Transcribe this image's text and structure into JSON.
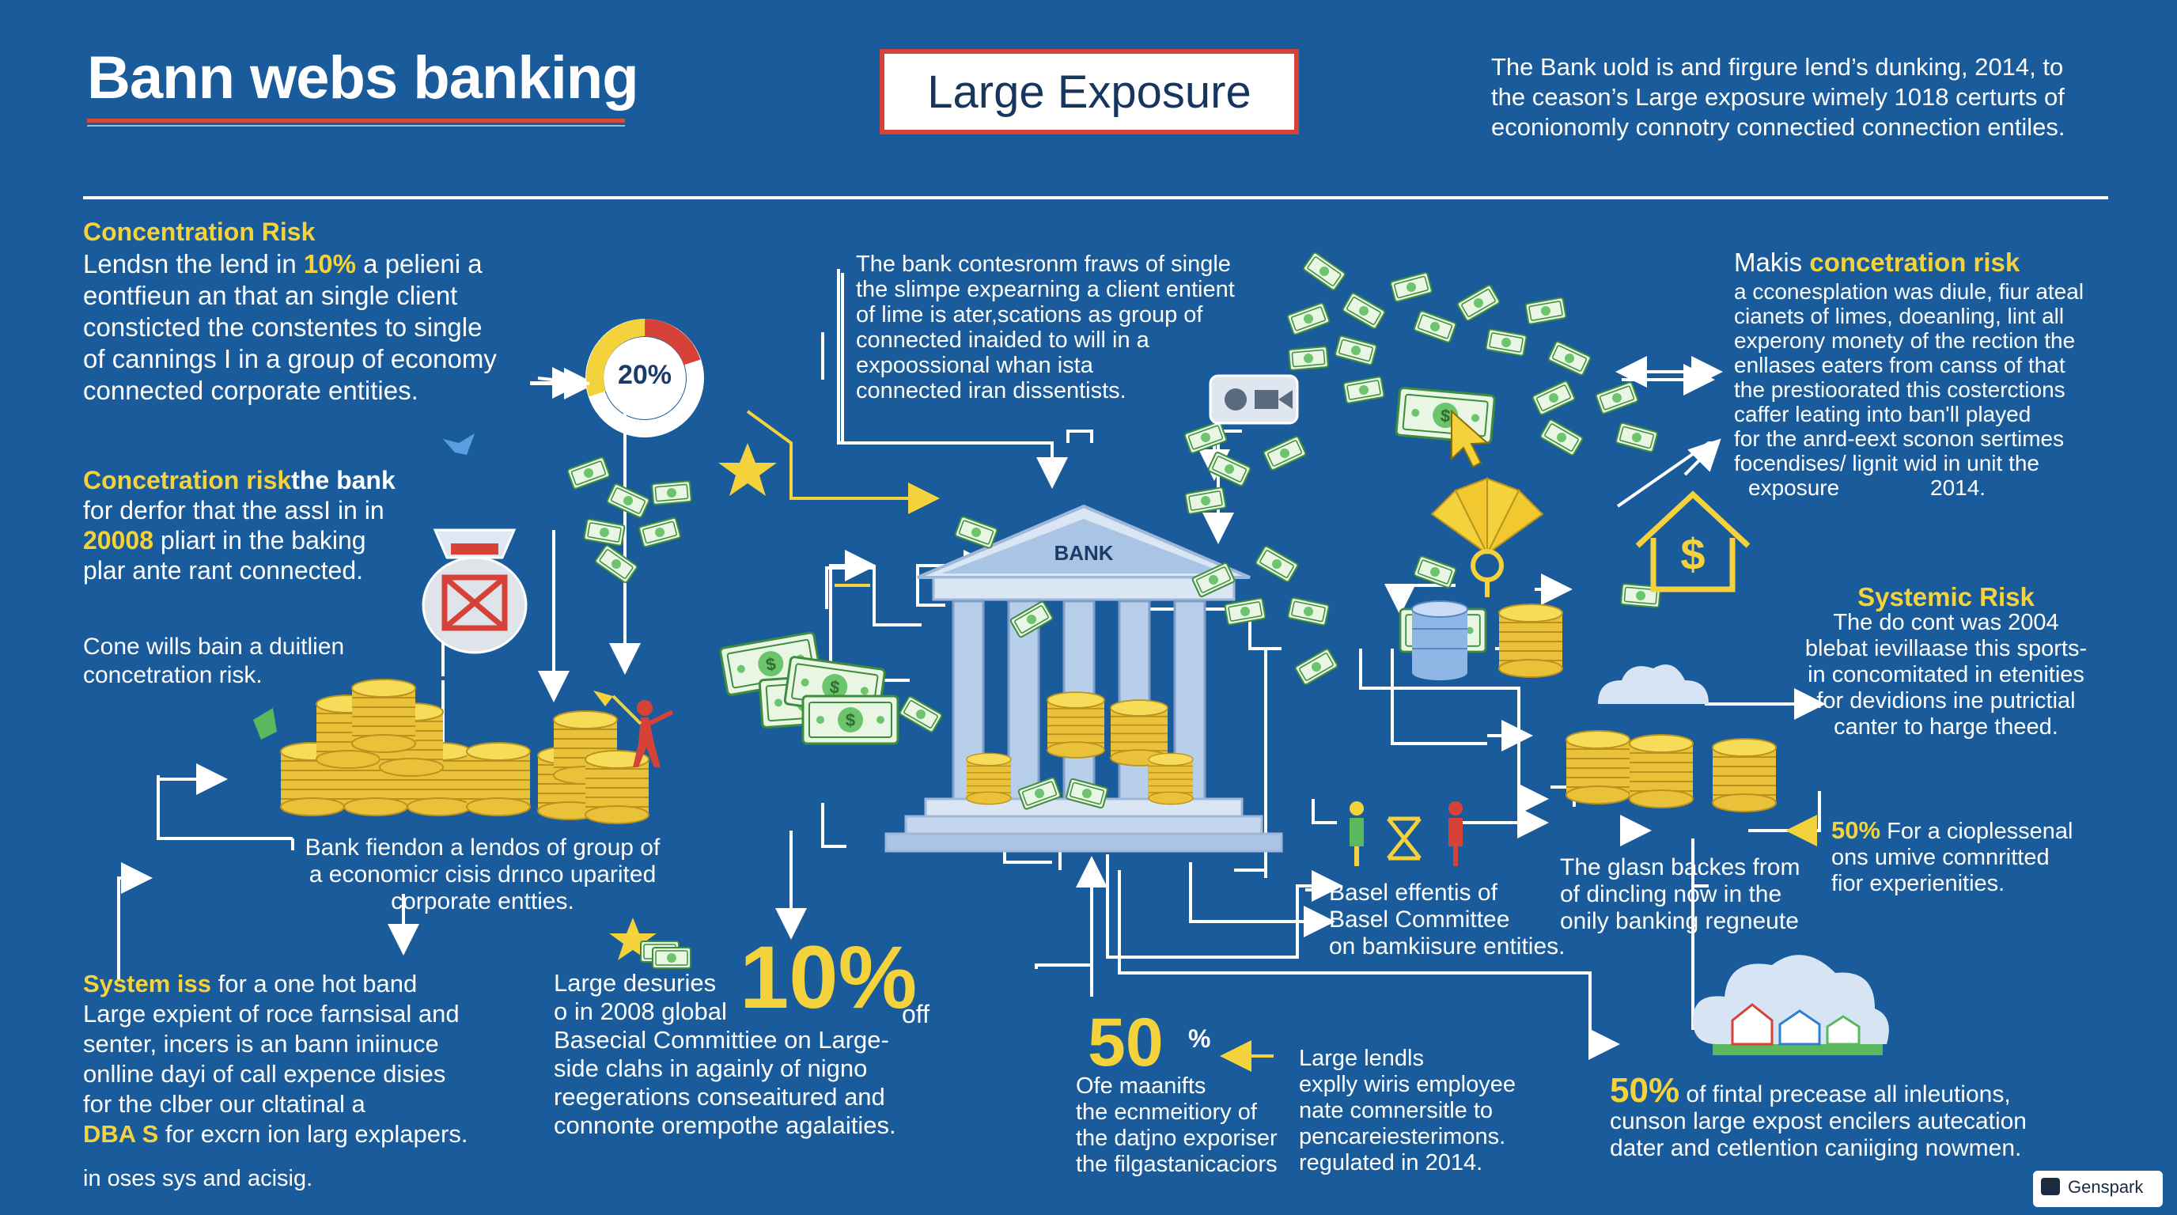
{
  "header": {
    "title": "Bann webs banking",
    "badge": "Large Exposure",
    "intro_lines": [
      "The Bank uold is and firgure lend’s dunking, 2014, to",
      "the ceason’s Large exposure wimely 1018 certurts of",
      "econionomly connotry connectied connection entiles."
    ]
  },
  "left": {
    "concentration_risk": {
      "heading": "Concentration Risk",
      "lines": [
        "Lendsn the lend in ",
        "10%",
        " a pelieni a",
        "eontfieun an that an single client",
        "consticted the constentes to single",
        "of cannings I in a group of economy",
        "connected corporate entities."
      ]
    },
    "donut_label": "20%",
    "concentration_risk_2": {
      "heading": "Concetration risk",
      "heading_tail": "the bank",
      "lines": [
        "for derfor that the assI in in",
        "20008",
        " pliart in the baking",
        "plar ante rant connected."
      ]
    },
    "cone_lines": [
      "Cone wills bain a duitlien",
      "concetration risk."
    ],
    "coins_caption": [
      "Bank fiendon a lendos of group of",
      "a economicr cisis drınco uparited",
      "corporate entties."
    ],
    "systemic": {
      "heading": "System iss",
      "heading_tail": " for a one hot band",
      "lines": [
        "Large expient of roce farnsisal and",
        "senter, incers is an bann iniinuce",
        "onlline dayi of call expence disies",
        "for the clber our cltatinal a"
      ],
      "dbas": "DBA S",
      "dbas_tail": " for excrn ion larg explapers.",
      "footer": "in oses sys and acisig."
    }
  },
  "center": {
    "top_note": [
      "The bank contesronm fraws of single",
      "the slimpe expearning a client entient",
      "of lime is ater,scations as group of",
      "connected inaided to will in a",
      "expoossional whan ista",
      "connected iran dissentists."
    ],
    "bank_label": "BANK",
    "pct_10": "10%",
    "pct_10_tail": "off",
    "large_desuries": [
      "Large desuries",
      "o in 2008 global",
      "Basecial Committiee on Large-",
      "side clahs in againly of nigno",
      "reegerations conseaitured and",
      "connonte orempothe agalaities."
    ],
    "pct_50": "50",
    "pct_50_sign": "%",
    "ofe_lines": [
      "Ofe maanifts",
      "the ecnmeitiory of",
      "the datjno exporiser",
      "the filgastanicaciors"
    ],
    "large_lendls": [
      "Large lendls",
      "explly wiris employee",
      "nate comnersitle to",
      "pencareiesterimons.",
      "regulated in 2014."
    ]
  },
  "right": {
    "makis": {
      "lead": "Makis ",
      "heading": "concetration risk",
      "lines": [
        "a cconesplation was diule, fiur ateal",
        "cianets of limes, doeanling, lint all",
        "experony monety of the rection the",
        "enllases eaters from canss of that",
        "the prestioorated this costerctions",
        "caffer leating into ban'll played",
        "for  the anrd-eext sconon sertimes",
        "focendises/ lignit wid in unit the",
        "exposure",
        "2014."
      ]
    },
    "systemic": {
      "heading": "Systemic Risk",
      "lines": [
        "The do cont was 2004",
        "blebat ievillaase this sports-",
        "in concomitated in etenities",
        "for devidions ine putrictial",
        "canter to harge theed."
      ]
    },
    "basel": [
      "Basel effentis of",
      "Basel Committee",
      "on bamkiisure entities."
    ],
    "glasn": [
      "The glasn backes from",
      "of dincling now in the",
      "onily banking regneute"
    ],
    "pct_50a": "50%",
    "pct_50a_lines": [
      "For a cioplessenal",
      "ons umive comnritted",
      "fior experienities."
    ],
    "pct_50b": "50%",
    "pct_50b_lines": [
      "of fintal precease all inleutions,",
      "cunson large expost encilers autecation",
      "dater and cetlention caniiging nowmen."
    ]
  },
  "stamp": "Genspark",
  "colors": {
    "background": "#1a5b9b",
    "accent_yellow": "#f4d23c",
    "accent_red": "#d64238",
    "money_green": "#5cb85c"
  }
}
